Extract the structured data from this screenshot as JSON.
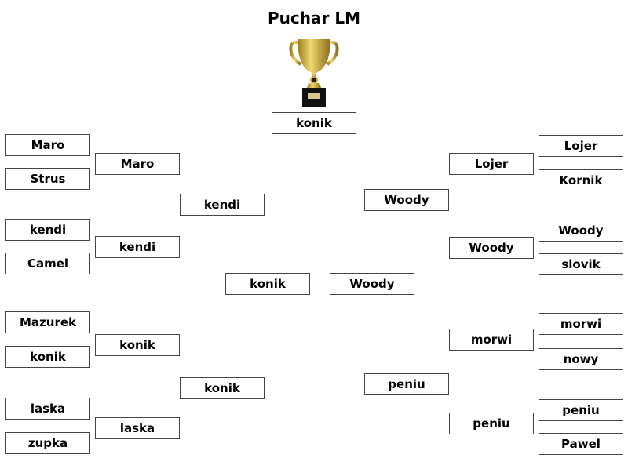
{
  "title": "Puchar LM",
  "champion": "konik",
  "left": {
    "round1": [
      "Maro",
      "Strus",
      "kendi",
      "Camel",
      "Mazurek",
      "konik",
      "laska",
      "zupka"
    ],
    "round2": [
      "Maro",
      "kendi",
      "konik",
      "laska"
    ],
    "round3": [
      "kendi",
      "konik"
    ],
    "final": "konik"
  },
  "right": {
    "round1": [
      "Lojer",
      "Kornik",
      "Woody",
      "slovik",
      "morwi",
      "nowy",
      "peniu",
      "Pawel"
    ],
    "round2": [
      "Lojer",
      "Woody",
      "morwi",
      "peniu"
    ],
    "round3": [
      "Woody",
      "peniu"
    ],
    "final": "Woody"
  }
}
